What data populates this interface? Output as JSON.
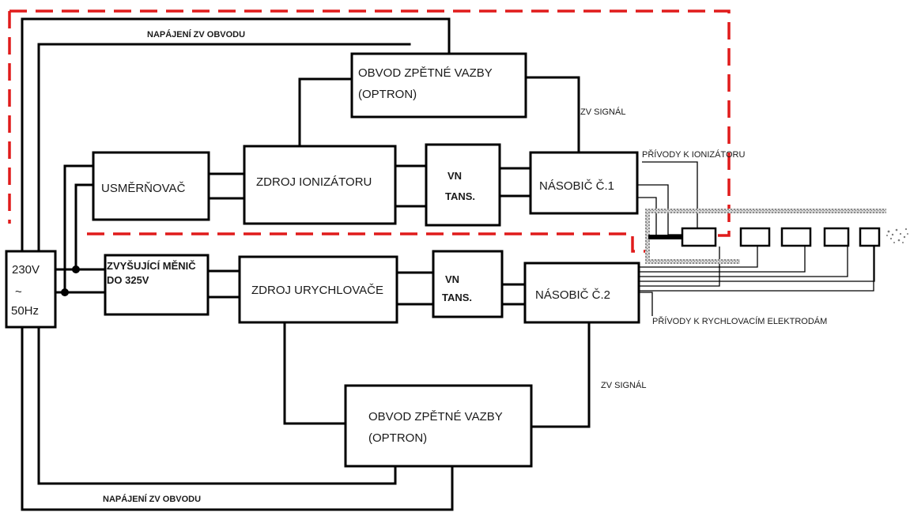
{
  "blocks": {
    "mains": [
      "230V",
      "~",
      "50Hz"
    ],
    "rectifier": "USMĚRŇOVAČ",
    "booster": [
      "ZVYŠUJÍCÍ MĚNIČ",
      "DO 325V"
    ],
    "ionizer_source": "ZDROJ IONIZÁTORU",
    "accelerator_source": "ZDROJ URYCHLOVAČE",
    "hv_transformer_1": [
      "VN",
      "TANS."
    ],
    "hv_transformer_2": [
      "VN",
      "TANS."
    ],
    "multiplier_1": "NÁSOBIČ Č.1",
    "multiplier_2": "NÁSOBIČ Č.2",
    "feedback_top": [
      "OBVOD ZPĚTNÉ VAZBY",
      "(OPTRON)"
    ],
    "feedback_bottom": [
      "OBVOD ZPĚTNÉ VAZBY",
      "(OPTRON)"
    ]
  },
  "labels": {
    "power_top": "NAPÁJENÍ ZV OBVODU",
    "power_bottom": "NAPÁJENÍ ZV OBVODU",
    "signal_top": "ZV SIGNÁL",
    "signal_bottom": "ZV SIGNÁL",
    "ionizer_leads": "PŘÍVODY K IONIZÁTORU",
    "accel_leads": "PŘÍVODY K RYCHLOVACÍM ELEKTRODÁM"
  },
  "colors": {
    "dashed_frame": "#e01b1b",
    "wire": "#000000",
    "tube_hatch": "#9a9a9a"
  }
}
